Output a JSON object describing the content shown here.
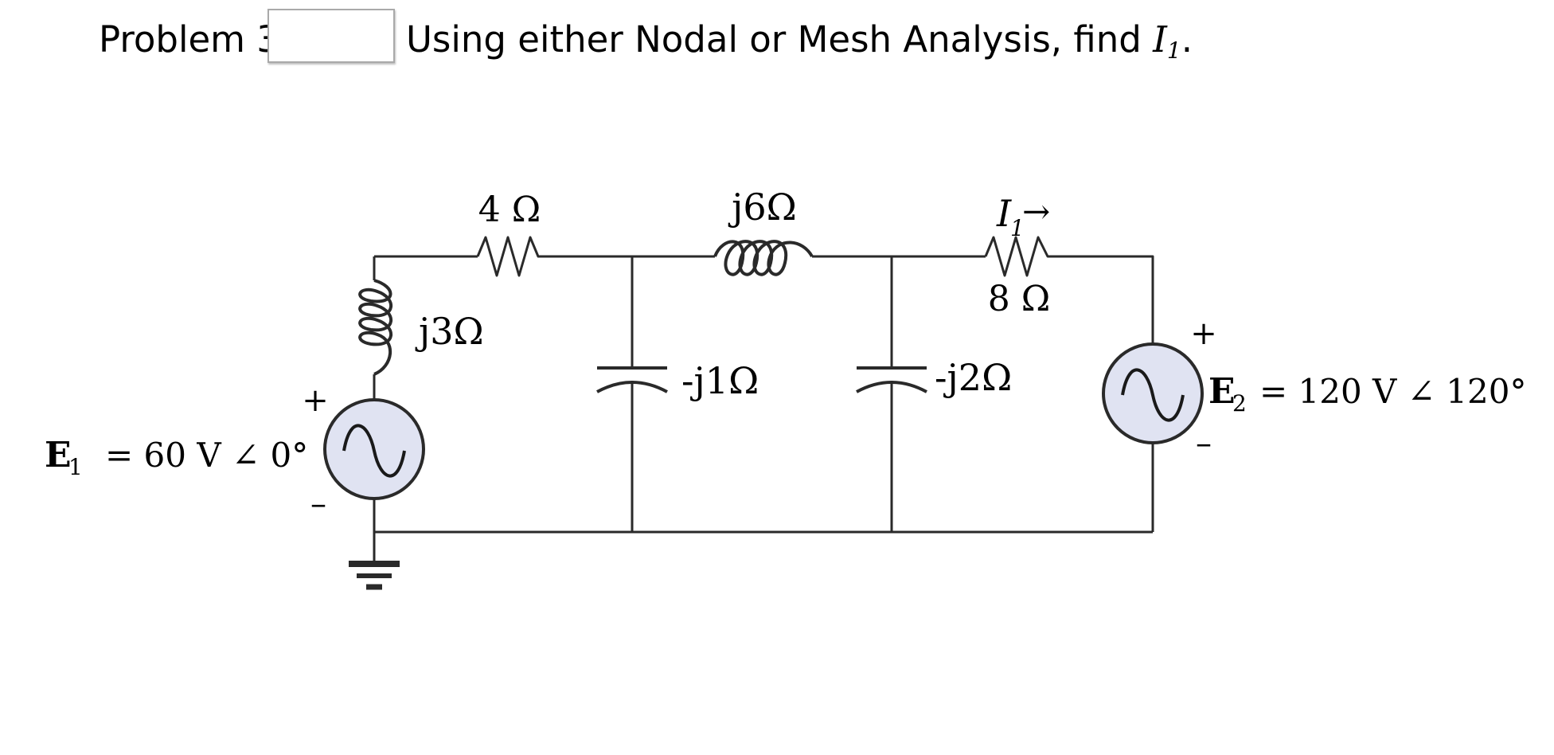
{
  "problem": {
    "label": "Problem 3",
    "answer_value": "",
    "instruction": "Using either Nodal or Mesh Analysis, find ",
    "target_symbol": "I",
    "target_subscript": "1",
    "trailing": "."
  },
  "circuit": {
    "resistor_1": "4 Ω",
    "inductor_1": "j3Ω",
    "inductor_2": "j6Ω",
    "capacitor_1": "-j1Ω",
    "capacitor_2": "-j2Ω",
    "resistor_2": "8 Ω",
    "current_symbol": "I",
    "current_subscript": "1",
    "current_arrow": "→",
    "source_1": {
      "name": "E",
      "subscript": "1",
      "value": "= 60 V ∠ 0°",
      "plus": "+",
      "minus": "–"
    },
    "source_2": {
      "name": "E",
      "subscript": "2",
      "value": "= 120 V ∠ 120°",
      "plus": "+",
      "minus": "–"
    }
  },
  "colors": {
    "wire": "#2a2a2a",
    "source_fill": "#e0e3f2",
    "answer_box_border": "#a9a9a9"
  }
}
